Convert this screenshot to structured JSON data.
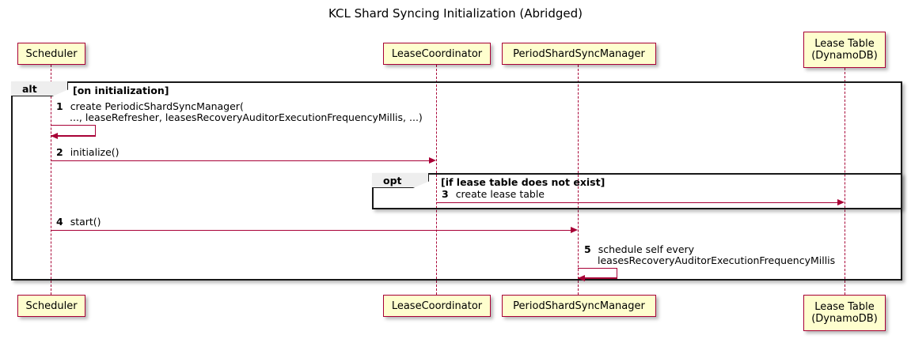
{
  "diagram": {
    "title": "KCL Shard Syncing Initialization (Abridged)",
    "type": "sequence-diagram",
    "colors": {
      "participant_fill": "#FEFECE",
      "participant_border": "#A80036",
      "arrow": "#A80036",
      "frame_border": "#181818",
      "frame_tab_fill": "#EEEEEE",
      "background": "#FFFFFF"
    }
  },
  "participants": [
    {
      "id": "scheduler",
      "label_line1": "Scheduler",
      "label_line2": ""
    },
    {
      "id": "leasecoordinator",
      "label_line1": "LeaseCoordinator",
      "label_line2": ""
    },
    {
      "id": "periodshardsyncmanager",
      "label_line1": "PeriodShardSyncManager",
      "label_line2": ""
    },
    {
      "id": "leasetable",
      "label_line1": "Lease Table",
      "label_line2": "(DynamoDB)"
    }
  ],
  "frames": [
    {
      "id": "alt",
      "tab_label": "alt",
      "condition": "[on initialization]"
    },
    {
      "id": "opt",
      "tab_label": "opt",
      "condition": "[if lease table does not exist]"
    }
  ],
  "messages": [
    {
      "seq": "1",
      "from": "scheduler",
      "to": "scheduler",
      "self": true,
      "line1": "create PeriodicShardSyncManager(",
      "line2": "..., leaseRefresher, leasesRecoveryAuditorExecutionFrequencyMillis, ...)"
    },
    {
      "seq": "2",
      "from": "scheduler",
      "to": "leasecoordinator",
      "self": false,
      "line1": "initialize()",
      "line2": ""
    },
    {
      "seq": "3",
      "from": "leasecoordinator",
      "to": "leasetable",
      "self": false,
      "line1": "create lease table",
      "line2": ""
    },
    {
      "seq": "4",
      "from": "scheduler",
      "to": "periodshardsyncmanager",
      "self": false,
      "line1": "start()",
      "line2": ""
    },
    {
      "seq": "5",
      "from": "periodshardsyncmanager",
      "to": "periodshardsyncmanager",
      "self": true,
      "line1": "schedule self every",
      "line2": "leasesRecoveryAuditorExecutionFrequencyMillis"
    }
  ]
}
